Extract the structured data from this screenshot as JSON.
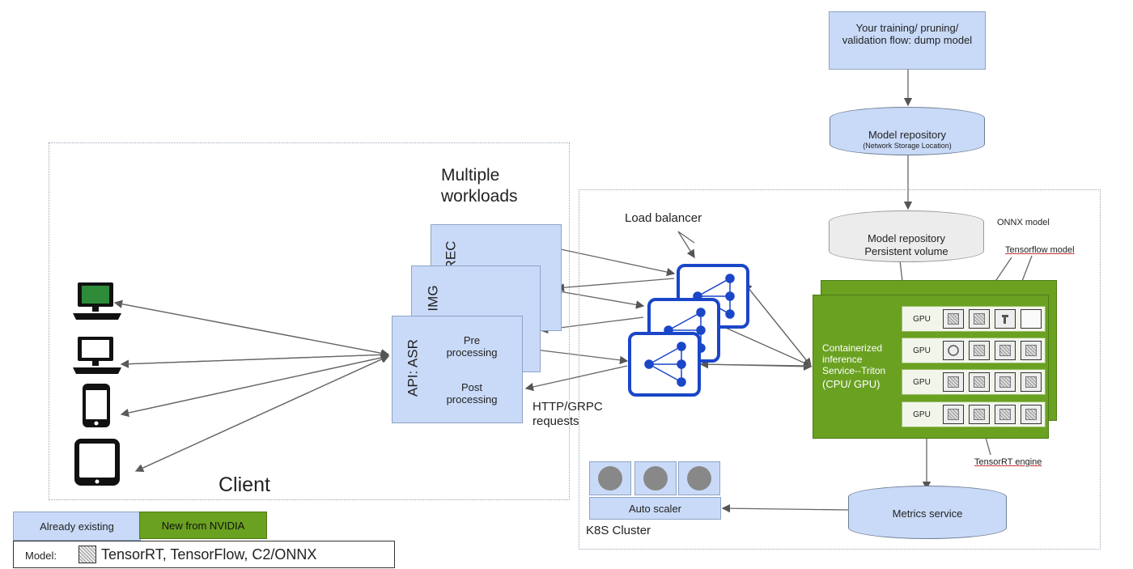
{
  "diagram": {
    "top_box": "Your training/ pruning/ validation flow: dump model",
    "model_repo_title": "Model repository",
    "model_repo_sub": "(Network Storage Location)",
    "persistent_title": "Model repository",
    "persistent_sub": "Persistent volume",
    "onnx_label": "ONNX model",
    "tf_label": "Tensorflow model",
    "tensorrt_label": "TensorRT engine",
    "triton_label": "Containerized inference Service--Triton",
    "triton_sub": "(CPU/ GPU)",
    "gpu_label": "GPU",
    "load_balancer": "Load balancer",
    "multiple_workloads": "Multiple workloads",
    "workload_rec": "REC",
    "workload_img": "IMG",
    "workload_asr": "API: ASR",
    "pre_processing": "Pre processing",
    "post_processing": "Post processing",
    "http_requests": "HTTP/GRPC requests",
    "client": "Client",
    "auto_scaler": "Auto scaler",
    "k8s_cluster": "K8S Cluster",
    "metrics_service": "Metrics service"
  },
  "legend": {
    "already_existing": "Already existing",
    "new_from_nvidia": "New from NVIDIA",
    "model_prefix": "Model:",
    "model_list": "TensorRT, TensorFlow, C2/ONNX"
  },
  "colors": {
    "existing": "#c9daf8",
    "nvidia_green": "#6aa121",
    "load_balancer_blue": "#1a46c8"
  }
}
